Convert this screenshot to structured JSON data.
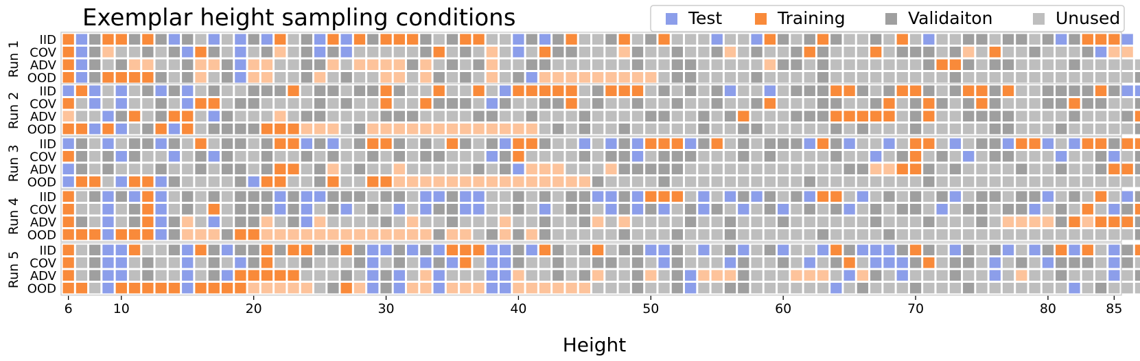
{
  "chart_data": {
    "type": "heatmap",
    "title": "Exemplar height sampling conditions",
    "xlabel": "Height",
    "x_range": [
      6,
      85
    ],
    "x_ticks": [
      6,
      10,
      20,
      30,
      40,
      50,
      60,
      70,
      80,
      85
    ],
    "legend": {
      "placement": "top-right",
      "entries": [
        {
          "label": "Test",
          "color": "#8c9eea"
        },
        {
          "label": "Training",
          "color": "#f98a3a"
        },
        {
          "label": "Validaiton",
          "color": "#9f9f9f"
        },
        {
          "label": "Unused",
          "color": "#bebebe"
        }
      ]
    },
    "extra_colors": {
      "training_light": "#fdc39b",
      "panel_border": "#cfcfcf"
    },
    "code_legend": {
      "T": "Test",
      "R": "Training",
      "L": "Training (light)",
      "V": "Validaiton",
      "U": "Unused"
    },
    "row_labels": [
      "IID",
      "COV",
      "ADV",
      "OOD"
    ],
    "runs": [
      {
        "label": "Run 1",
        "rows": [
          "RTVRRVRVTVUTUTVTRUVTRTRVRRRVUVRRUUTVTVRUUVRUVRUUUTUUTRVUVRVUUVURUTUUVVUVVUVTVRRRT",
          "RTVLUUVUVTRVUTUVLUVTVTUUUUUVRUVULUTURVVUUULVUUVUUVLUVUUVRVUUURUVVVUVLURUUVUUUVTLL",
          "RTVUVLLUUVLLVTLLUUVVLULLLLVLUVUVLUUVVUUUUUUVUUVVUUUUULVVUVUUUUUUUVRRVUVVUUUUVUUUUUU",
          "RTVRRRRVUVLUVTLLUUVLUVUULLULVUVULUVTLLLLLLLLLUVVUUUUVUUUUVUUUUUUUUUVUUUUUUUUUUUUUV"
        ]
      },
      {
        "label": "Run 2",
        "rows": [
          "TRTUTUVTVTUVUUVVVRUVVUVVRVUURUURUTRRRRRUVRRRUVUVUVTUUTUVVVRRVUVRRVUVRRVRUUVVVVRVTTU",
          "RUTUTUUVUTRRUVVUUUUVUVUURUURVVVUTVUUVVRUVUUVUUVUUVUUVRUUUVVUUVRUVRVUVRVUUUVVRVVUUVR",
          "LUUTVRUVRRUTVUUULUVVUUUUVVVUUUUVVUUVUUUVUUUUVVUUVUVRUUUVVVRRRRRUVRUUVVVVUUUUVUUUVRU",
          "RRTRTUVRTRUVVVVRRRLLLUVLLLLLLLLLLLLLUVUVUUVUUUUUVUUVVUUUUUVUVUUUVUUUUUVVUUUVUUUUUVU"
        ]
      },
      {
        "label": "Run 3",
        "rows": [
          "TVUTUVVTVURUVVUVRRTVTUVRRVUVURVUVTRRVUUTUTVTRRRTVRUVUVVVTRVTUUTURRUTUVVTRRTUTRRVRRV",
          "RVUVTVUUTUVTVUUVUUVUVUUVUVUVVUUUTVRUUUUVUVVTUVVVUUUVUVUUUUVUUTUVRUVUTUVVUUUTUUVTUVUU",
          "TVUVUUUVUUVUVVUVRRUVLUVUULUUUUUVUVTLLLUUULVVVVVUUUUUUUUUUUUVVLLRRVUVUUUUVUUVUUVRRVUU",
          "TRRUTRRTVUUUUVTRRUUVRUURRLLLLLLLLLLLLLLLVUUUUVUUUUUUUUUUVUUUUUUUUVUUUUUUUUUUUUUUUUUV"
        ]
      },
      {
        "label": "Run 4",
        "rows": [
          "RUVTVTRTUVUVUVVVTVTTVVVUVVUTTVTTUUVUVUVVTTVTRRRUTUTVTVUVTRRUTUVUVUVTUVVUVVTUVURUTVRV",
          "RUUTUVRTUVURUVVVTVTUVTUVUTUTVVTTUUVUTUVVUTVTVTUVTVUTUVTUVUVTUVUVVUTUVVUVVTUVURUTVRR",
          "RVUTUVRTVLUTUVVLUVTLUUUUVULUUVUUULUUVUUVLULUUUUVUUVUUUVUUUUUUVUUUVUUUVULLLLVRLRRRVR",
          "RRRTRRRTVLLLVRRLLLLLLLLLLLLLVLLUVLVLVUUUUUVUUUVUUUVUUUUUUVUUUUVUUUUUUUUUUUUUUUUUUVR"
        ]
      },
      {
        "label": "Run 5",
        "rows": [
          "RUVTTRUUVTRVTVVRVRRVVRVTTVTVTRRRTTVTRVUVRUVVTTVUTUVTUVTUUTRVTTTVRVUTVUVTUTVRTRUTVRR",
          "RUVTTUVUUTUVUTVRUUVUUUVTUVUTVTRUTTVUUVUUVVUVUTVUUUTVUUVUTUVRUTTTVRUVVUTUVUTVVVUTVUR",
          "RUVTTUVUUTUVTRRRRRUUUVUTVTULTUUUTTLUUVUVLUUVLUVTLLLVUUULLLUTLVUTUUUVUUTULUUVUUUTUVUR",
          "RRUTRRRRRTRRRRLLLLLUVRLTVTLLTLLLTTLLLLLLUUUVUUVTUUVVUUUUUUTUVUUUVUUUVUUUUUUUTUVUUUR"
        ]
      }
    ]
  }
}
